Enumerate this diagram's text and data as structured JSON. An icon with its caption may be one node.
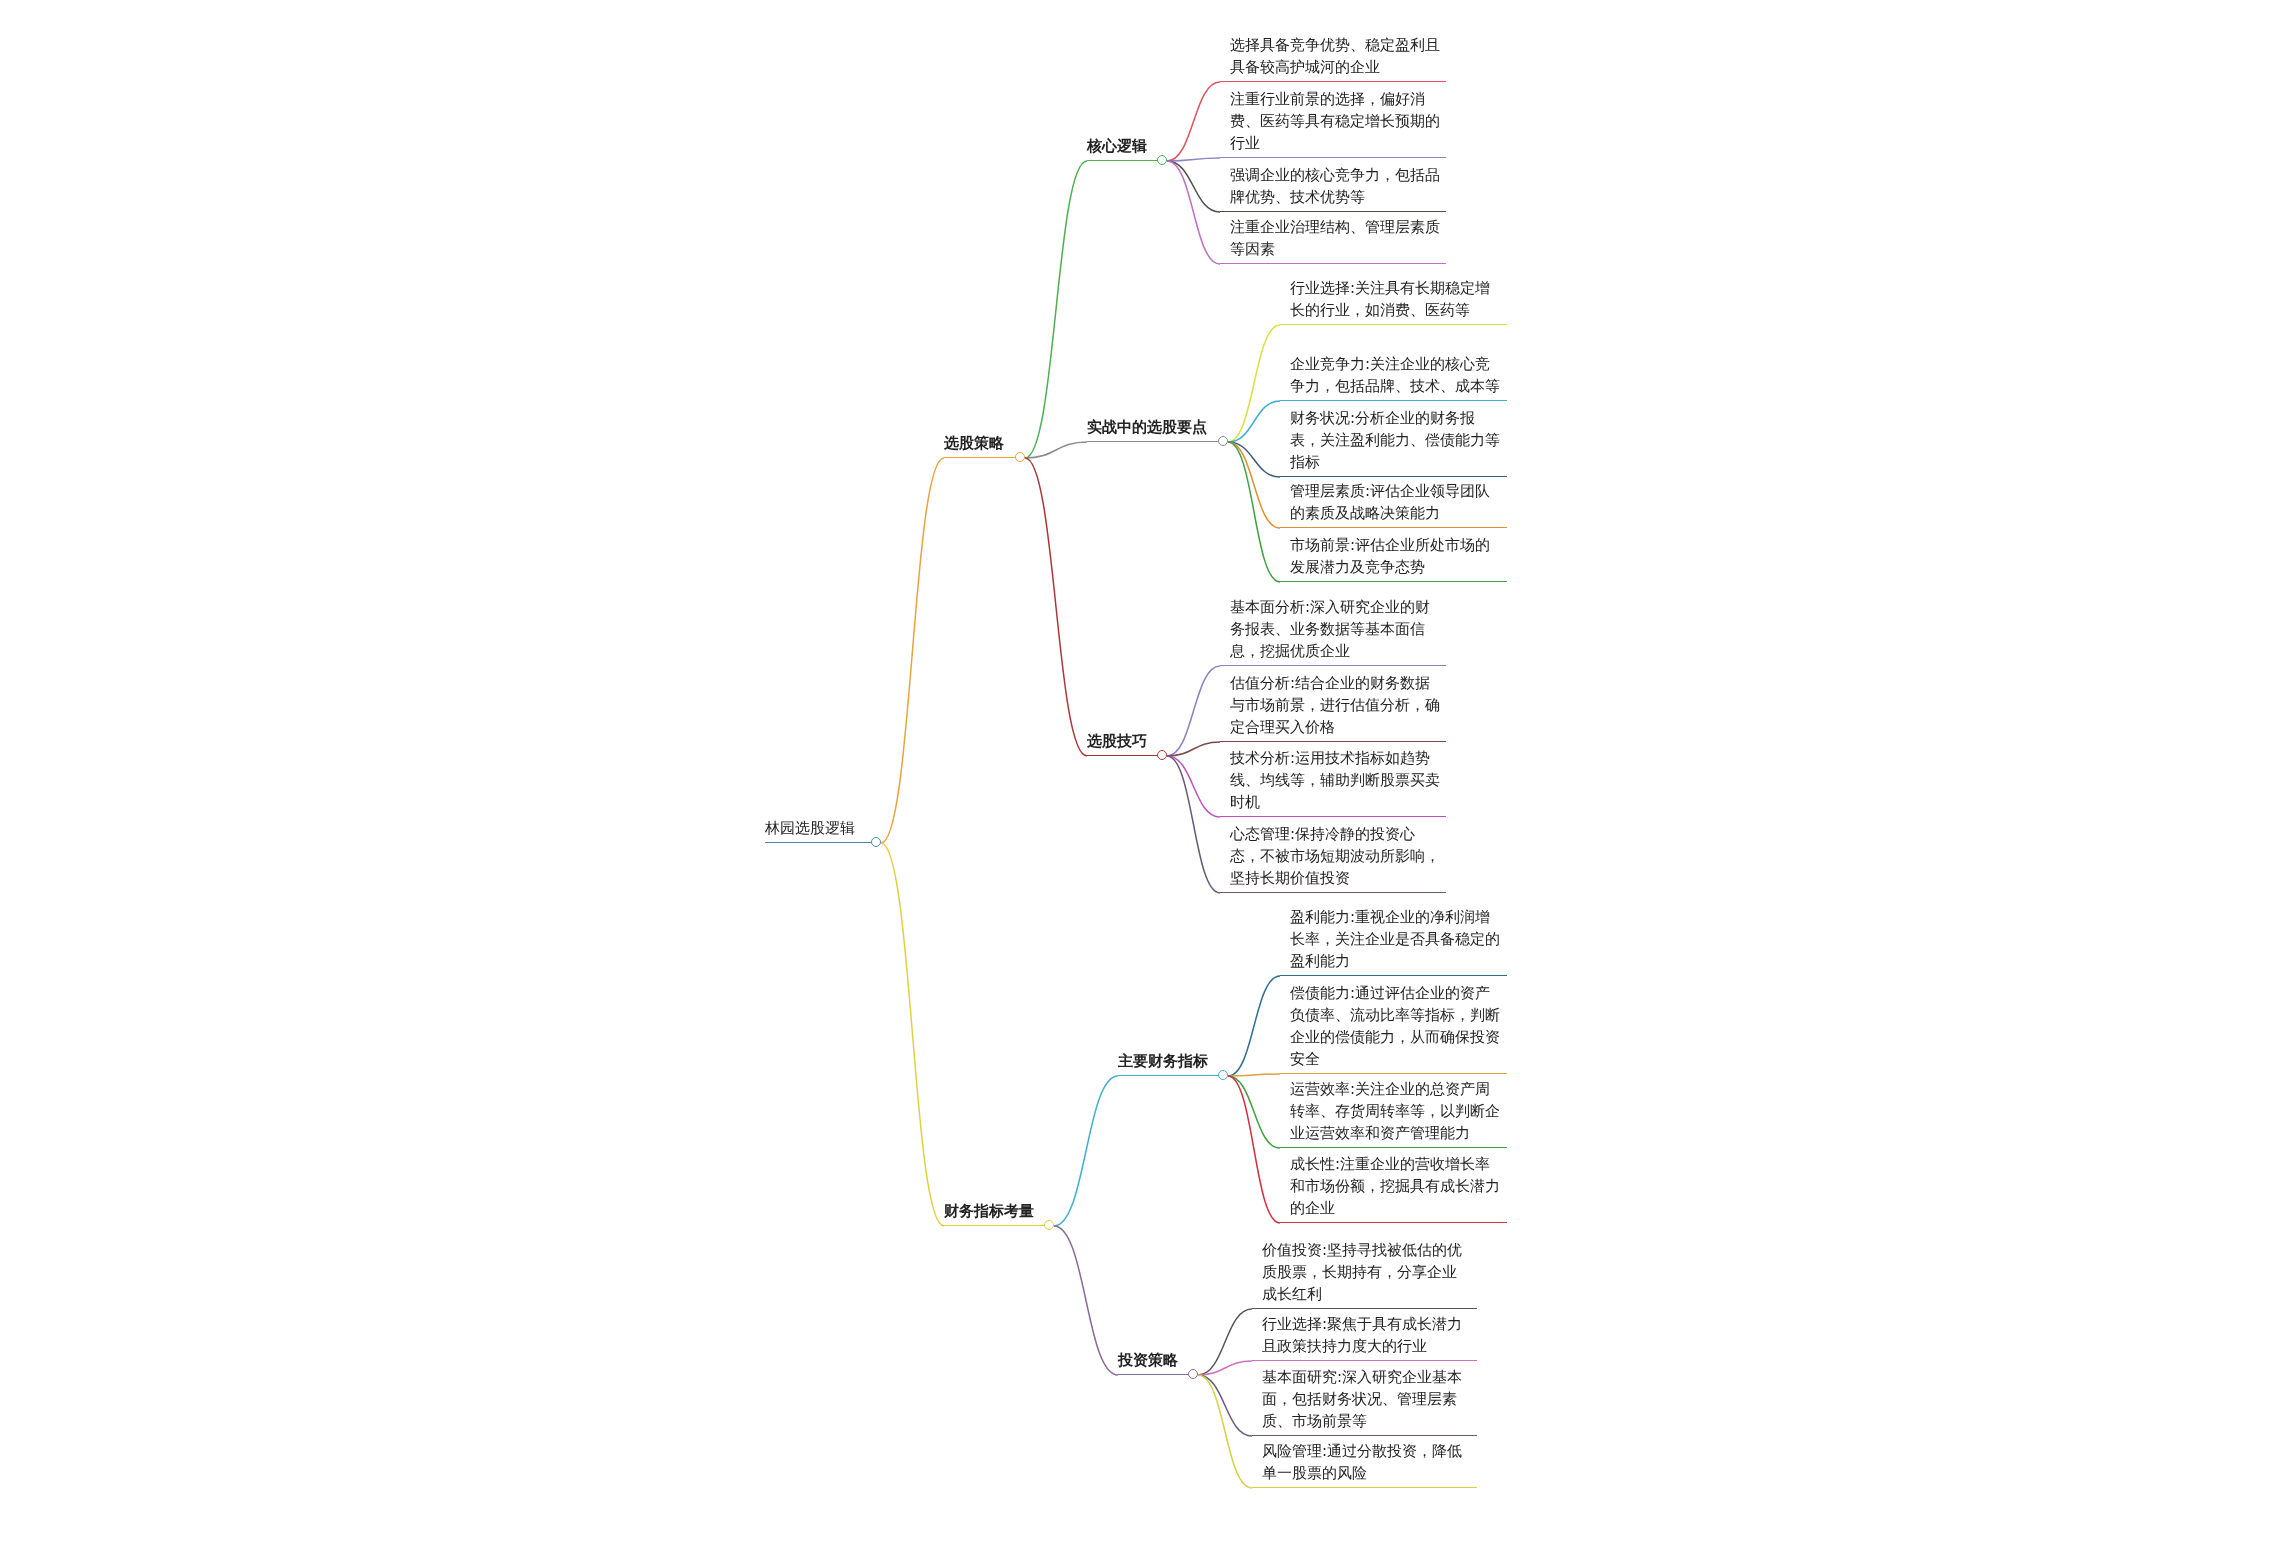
{
  "diagram": {
    "nodes": [
      {
        "text": [
          "林园选股逻辑"
        ]
      },
      {
        "text": [
          "选股策略"
        ]
      },
      {
        "text": [
          "核心逻辑"
        ]
      },
      {
        "text": [
          "选择具备竞争优势、稳定盈利且具备较高护城河的企业"
        ]
      },
      {
        "text": [
          "注重行业前景的选择，偏好消费、医药等具有稳定增长预期的行业"
        ]
      },
      {
        "text": [
          "强调企业的核心竞争力，包括品牌优势、技术优势等"
        ]
      },
      {
        "text": [
          "注重企业治理结构、管理层素质等因素"
        ]
      },
      {
        "text": [
          "实战中的选股要点"
        ]
      },
      {
        "text": [
          "行业选择:关注具有长期稳定增长的行业，如消费、医药等"
        ]
      },
      {
        "text": [
          "企业竞争力:关注企业的核心竞争力，包括品牌、技术、成本等"
        ]
      },
      {
        "text": [
          "财务状况:分析企业的财务报表，关注盈利能力、偿债能力等指标"
        ]
      },
      {
        "text": [
          "管理层素质:评估企业领导团队的素质及战略决策能力"
        ]
      },
      {
        "text": [
          "市场前景:评估企业所处市场的发展潜力及竞争态势"
        ]
      },
      {
        "text": [
          "选股技巧"
        ]
      },
      {
        "text": [
          "基本面分析:深入研究企业的财务报表、业务数据等基本面信息，挖掘优质企业"
        ]
      },
      {
        "text": [
          "估值分析:结合企业的财务数据与市场前景，进行估值分析，确定合理买入价格"
        ]
      },
      {
        "text": [
          "技术分析:运用技术指标如趋势线、均线等，辅助判断股票买卖时机"
        ]
      },
      {
        "text": [
          "心态管理:保持冷静的投资心态，不被市场短期波动所影响，坚持长期价值投资"
        ]
      },
      {
        "text": [
          "财务指标考量"
        ]
      },
      {
        "text": [
          "主要财务指标"
        ]
      },
      {
        "text": [
          "盈利能力:重视企业的净利润增长率，关注企业是否具备稳定的盈利能力"
        ]
      },
      {
        "text": [
          "偿债能力:通过评估企业的资产负债率、流动比率等指标，判断企业的偿债能力，从而确保投资安全"
        ]
      },
      {
        "text": [
          "运营效率:关注企业的总资产周转率、存货周转率等，以判断企业运营效率和资产管理能力"
        ]
      },
      {
        "text": [
          "成长性:注重企业的营收增长率和市场份额，挖掘具有成长潜力的企业"
        ]
      },
      {
        "text": [
          "投资策略"
        ]
      },
      {
        "text": [
          "价值投资:坚持寻找被低估的优质股票，长期持有，分享企业成长红利"
        ]
      },
      {
        "text": [
          "行业选择:聚焦于具有成长潜力且政策扶持力度大的行业"
        ]
      },
      {
        "text": [
          "基本面研究:深入研究企业基本面，包括财务状况、管理层素质、市场前景等"
        ]
      },
      {
        "text": [
          "风险管理:通过分散投资，降低单一股票的风险"
        ]
      }
    ],
    "edges": [
      {
        "from": 0,
        "to": 1,
        "arrow": "none",
        "color": "#e8a33c"
      },
      {
        "from": 1,
        "to": 2,
        "arrow": "none",
        "color": "#4caf50"
      },
      {
        "from": 2,
        "to": 3,
        "arrow": "none",
        "color": "#e05060"
      },
      {
        "from": 2,
        "to": 4,
        "arrow": "none",
        "color": "#8a86c8"
      },
      {
        "from": 2,
        "to": 5,
        "arrow": "none",
        "color": "#5a4848"
      },
      {
        "from": 2,
        "to": 6,
        "arrow": "none",
        "color": "#c070c0"
      },
      {
        "from": 1,
        "to": 7,
        "arrow": "none",
        "color": "#8a8a8a"
      },
      {
        "from": 7,
        "to": 8,
        "arrow": "none",
        "color": "#dede40"
      },
      {
        "from": 7,
        "to": 9,
        "arrow": "none",
        "color": "#40b0d0"
      },
      {
        "from": 7,
        "to": 10,
        "arrow": "none",
        "color": "#3a5a80"
      },
      {
        "from": 7,
        "to": 11,
        "arrow": "none",
        "color": "#e09030"
      },
      {
        "from": 7,
        "to": 12,
        "arrow": "none",
        "color": "#40a040"
      },
      {
        "from": 1,
        "to": 13,
        "arrow": "none",
        "color": "#a83838"
      },
      {
        "from": 13,
        "to": 14,
        "arrow": "none",
        "color": "#8a80c0"
      },
      {
        "from": 13,
        "to": 15,
        "arrow": "none",
        "color": "#7a4a4a"
      },
      {
        "from": 13,
        "to": 16,
        "arrow": "none",
        "color": "#c050c0"
      },
      {
        "from": 13,
        "to": 17,
        "arrow": "none",
        "color": "#6a5a7a"
      },
      {
        "from": 0,
        "to": 18,
        "arrow": "none",
        "color": "#e0d040"
      },
      {
        "from": 18,
        "to": 19,
        "arrow": "none",
        "color": "#40b0d0"
      },
      {
        "from": 19,
        "to": 20,
        "arrow": "none",
        "color": "#2f6f8f"
      },
      {
        "from": 19,
        "to": 21,
        "arrow": "none",
        "color": "#e0a040"
      },
      {
        "from": 19,
        "to": 22,
        "arrow": "none",
        "color": "#40a040"
      },
      {
        "from": 19,
        "to": 23,
        "arrow": "none",
        "color": "#d03040"
      },
      {
        "from": 18,
        "to": 24,
        "arrow": "none",
        "color": "#8a6a9a"
      },
      {
        "from": 24,
        "to": 25,
        "arrow": "none",
        "color": "#555555"
      },
      {
        "from": 24,
        "to": 26,
        "arrow": "none",
        "color": "#d070c0"
      },
      {
        "from": 24,
        "to": 27,
        "arrow": "none",
        "color": "#6a5a7a"
      },
      {
        "from": 24,
        "to": 28,
        "arrow": "none",
        "color": "#d8d040"
      }
    ]
  }
}
